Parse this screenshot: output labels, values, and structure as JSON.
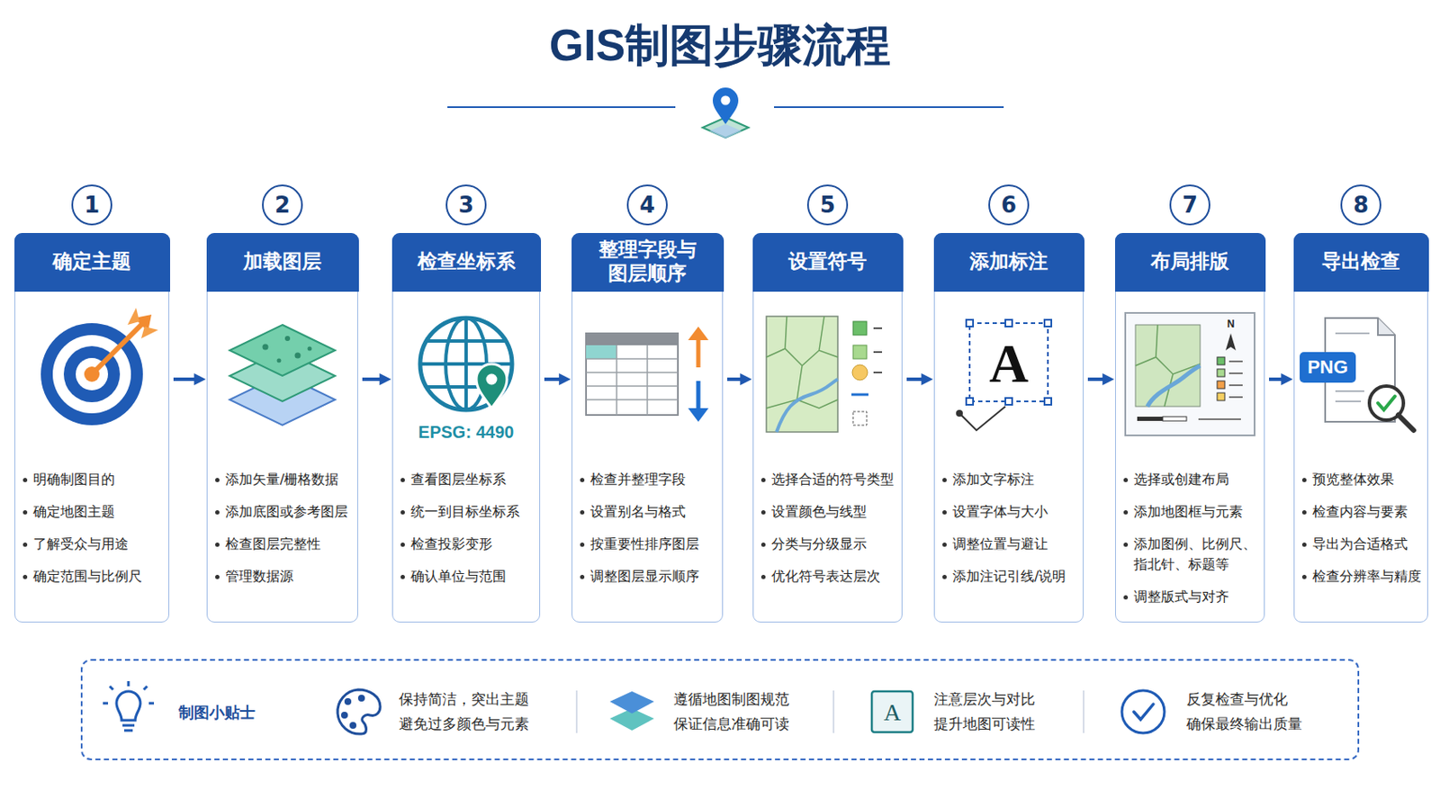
{
  "diagram": {
    "title": "GIS制图步骤流程",
    "nodes": [
      {
        "text": [
          "1",
          "确定主题",
          "明确制图目的",
          "确定地图主题",
          "了解受众与用途",
          "确定范围与比例尺"
        ]
      },
      {
        "text": [
          "2",
          "加载图层",
          "添加矢量/栅格数据",
          "添加底图或参考图层",
          "检查图层完整性",
          "管理数据源"
        ]
      },
      {
        "text": [
          "3",
          "检查坐标系",
          "查看图层坐标系",
          "统一到目标坐标系",
          "检查投影变形",
          "确认单位与范围"
        ]
      },
      {
        "text": [
          "4",
          "整理字段与 图层顺序",
          "检查并整理字段",
          "设置别名与格式",
          "按重要性排序图层",
          "调整图层显示顺序"
        ]
      },
      {
        "text": [
          "5",
          "设置符号",
          "选择合适的符号类型",
          "设置颜色与线型",
          "分类与分级显示",
          "优化符号表达层次"
        ]
      },
      {
        "text": [
          "6",
          "添加标注",
          "添加文字标注",
          "设置字体与大小",
          "调整位置与避让",
          "添加注记引线/说明"
        ]
      },
      {
        "text": [
          "7",
          "布局排版",
          "选择或创建布局",
          "添加地图框与元素",
          "添加图例、比例尺、 指北针、标题等",
          "调整版式与对齐"
        ]
      },
      {
        "text": [
          "8",
          "导出检查",
          "预览整体效果",
          "检查内容与要素",
          "导出为合适格式",
          "检查分辨率与精度"
        ]
      },
      {
        "text": [
          "制图小贴士",
          "保持简洁，突出主题 避免过多颜色与元素",
          "遵循地图制图规范 保证信息准确可读",
          "注意层次与对比 提升地图可读性",
          "反复检查与优化 确保最终输出质量"
        ]
      }
    ],
    "edges": [
      {
        "from": 0,
        "to": 1,
        "arrow": "to"
      },
      {
        "from": 1,
        "to": 2,
        "arrow": "to"
      },
      {
        "from": 2,
        "to": 3,
        "arrow": "to"
      },
      {
        "from": 3,
        "to": 4,
        "arrow": "to"
      },
      {
        "from": 4,
        "to": 5,
        "arrow": "to"
      },
      {
        "from": 5,
        "to": 6,
        "arrow": "to"
      },
      {
        "from": 6,
        "to": 7,
        "arrow": "to"
      }
    ],
    "labels": [
      "EPSG: 4490",
      "A",
      "N",
      "PNG",
      "A"
    ]
  }
}
